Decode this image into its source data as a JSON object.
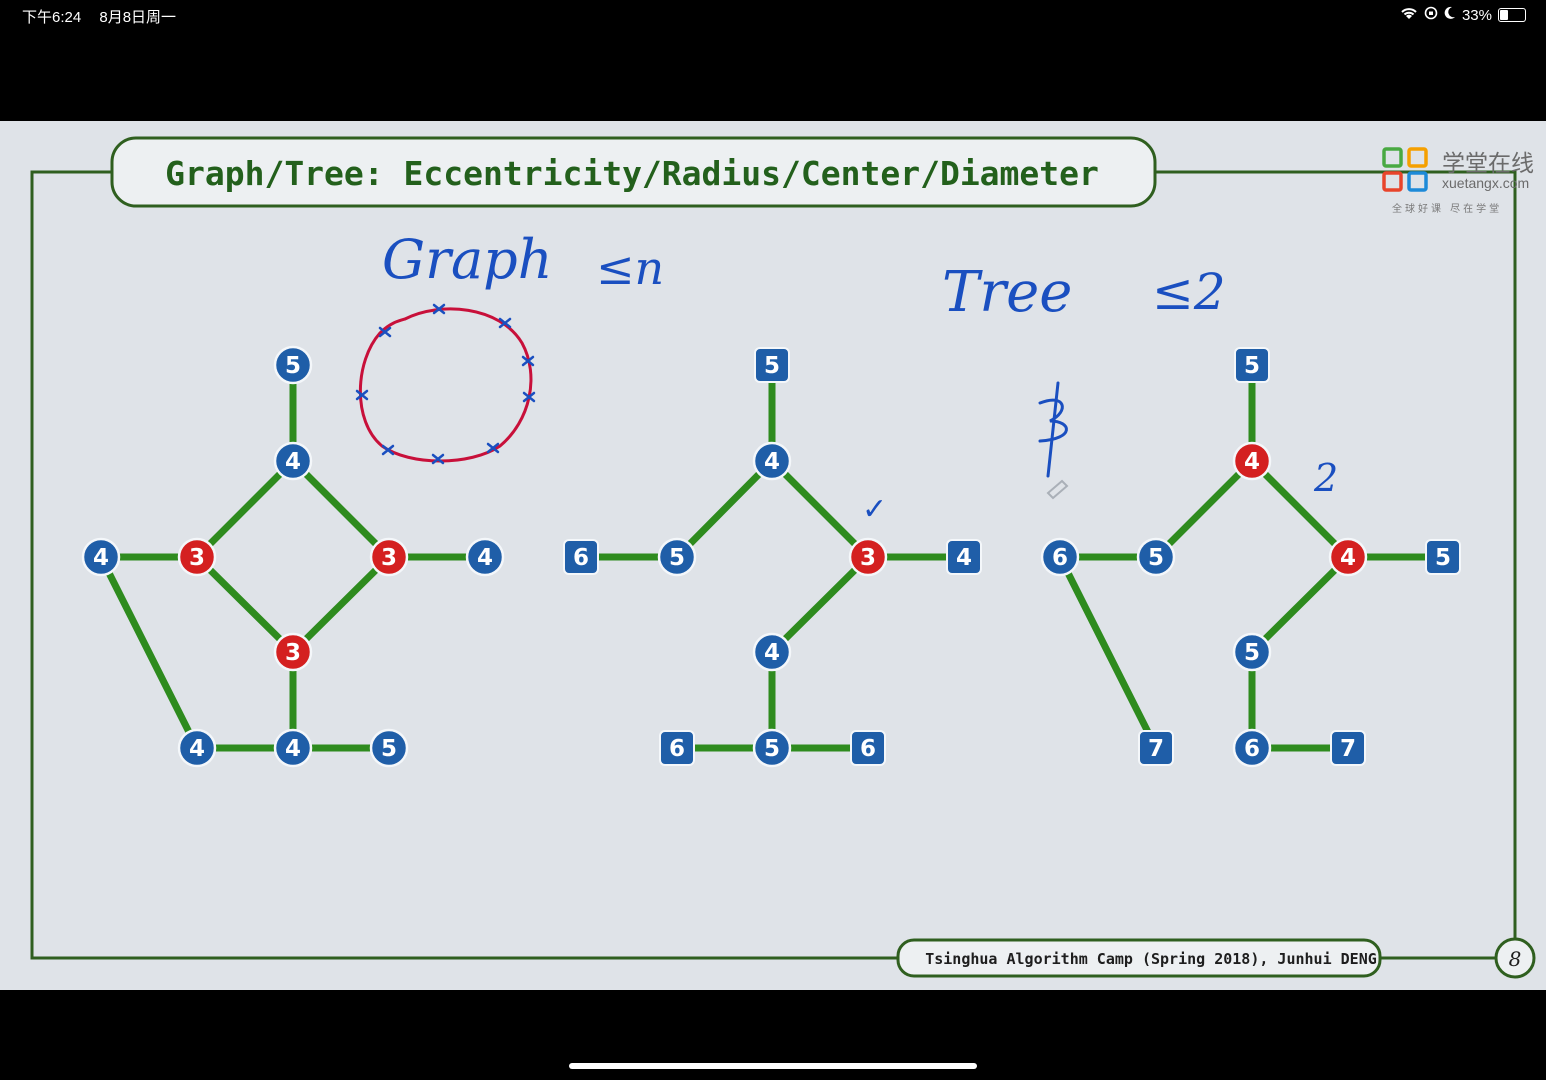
{
  "status_bar": {
    "time": "下午6:24",
    "date": "8月8日周一",
    "battery_percent": "33%"
  },
  "slide": {
    "title": "Graph/Tree: Eccentricity/Radius/Center/Diameter",
    "footer": "Tsinghua Algorithm Camp (Spring 2018), Junhui DENG",
    "page_number": "8",
    "logo": {
      "brand_cn": "学堂在线",
      "domain": "xuetangx.com",
      "slogan": "全球好课 尽在学堂"
    },
    "handwriting": {
      "graph_label": "Graph",
      "graph_bound": "≤n",
      "tree_label": "Tree",
      "tree_bound": "≤2",
      "mark_check": "✓",
      "mark_two": "2"
    },
    "colors": {
      "edge": "#2e8b1e",
      "node_blue": "#1f5ea8",
      "node_red": "#d42020",
      "frame": "#2f5f1f",
      "ink_blue": "#1a4fc0",
      "ink_red": "#c8103a"
    },
    "graph1_nodes": [
      "5",
      "4",
      "4",
      "3",
      "3",
      "4",
      "3",
      "4",
      "4",
      "5"
    ],
    "graph2_nodes": [
      "5",
      "4",
      "6",
      "5",
      "3",
      "4",
      "4",
      "6",
      "5",
      "6"
    ],
    "graph3_nodes": [
      "5",
      "4",
      "6",
      "5",
      "4",
      "5",
      "5",
      "7",
      "6",
      "7"
    ]
  }
}
